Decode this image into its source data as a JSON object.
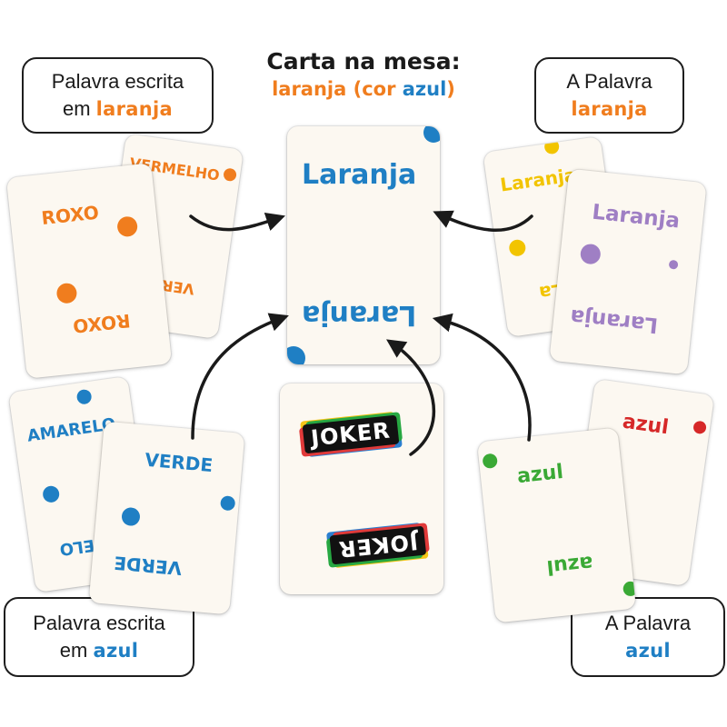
{
  "header": {
    "title": "Carta na mesa:",
    "word": "laranja",
    "paren_open": "(cor ",
    "color_word": "azul",
    "paren_close": ")"
  },
  "callouts": {
    "top_left": {
      "line1": "Palavra escrita",
      "line2_prefix": "em ",
      "highlight": "laranja"
    },
    "top_right": {
      "line1": "A Palavra",
      "highlight": "laranja"
    },
    "bottom_left": {
      "line1": "Palavra escrita",
      "line2_prefix": "em ",
      "highlight": "azul"
    },
    "bottom_right": {
      "line1": "A Palavra",
      "highlight": "azul"
    }
  },
  "cards": {
    "center": {
      "word": "Laranja",
      "color": "#1f7fc4"
    },
    "top_left_back": {
      "word": "VERMELHO",
      "word_flipped": "VER",
      "color": "#f07d1e"
    },
    "top_left_front": {
      "word": "ROXO",
      "color": "#f07d1e"
    },
    "top_right_back": {
      "word": "Laranja",
      "word_flipped": "La",
      "color": "#f2c400"
    },
    "top_right_front": {
      "word": "Laranja",
      "color": "#9f7fc4"
    },
    "bottom_left_back": {
      "word": "AMARELO",
      "word_flipped": "ELO",
      "color": "#1f7fc4"
    },
    "bottom_left_front": {
      "word": "VERDE",
      "color": "#1f7fc4"
    },
    "joker": {
      "word": "JOKER"
    },
    "bottom_right_back": {
      "word": "azul",
      "color": "#d62828"
    },
    "bottom_right_front": {
      "word": "azul",
      "color": "#3aa935"
    }
  },
  "colors": {
    "orange": "#f07d1e",
    "blue": "#1f7fc4",
    "text": "#1a1a1a",
    "arrow": "#1a1a1a"
  }
}
